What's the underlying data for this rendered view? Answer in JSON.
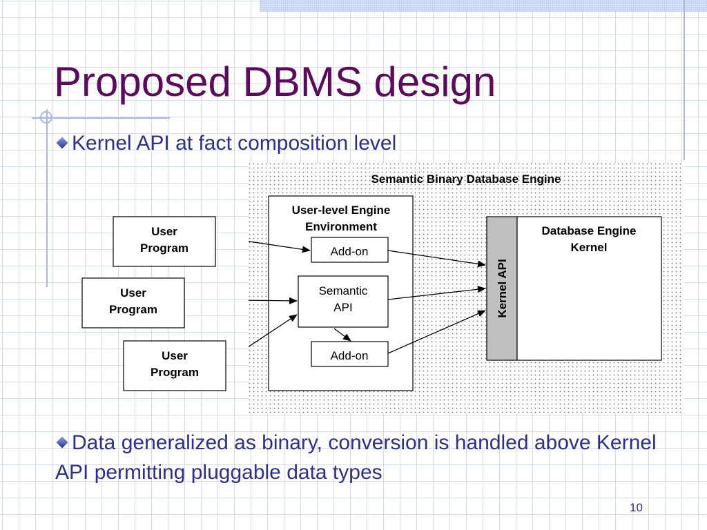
{
  "slide": {
    "title": "Proposed DBMS design",
    "bullets": [
      "Kernel API at fact composition level",
      "Data generalized as binary, conversion is handled above Kernel API permitting pluggable data types"
    ],
    "page_number": "10"
  },
  "diagram": {
    "engine_label": "Semantic Binary Database Engine",
    "user_level_env": [
      "User-level Engine",
      "Environment"
    ],
    "user_programs": [
      [
        "User",
        "Program"
      ],
      [
        "User",
        "Program"
      ],
      [
        "User",
        "Program"
      ]
    ],
    "addon_top": "Add-on",
    "semantic_api": [
      "Semantic",
      "API"
    ],
    "addon_bottom": "Add-on",
    "kernel_api": "Kernel API",
    "db_kernel": [
      "Database Engine",
      "Kernel"
    ]
  },
  "colors": {
    "title": "#5b0a5e",
    "body_text": "#2b2f8e",
    "grid": "#d3dcf0",
    "accent_lines": "#a9b8e2",
    "kernel_api_fill": "#c0c0c0"
  }
}
